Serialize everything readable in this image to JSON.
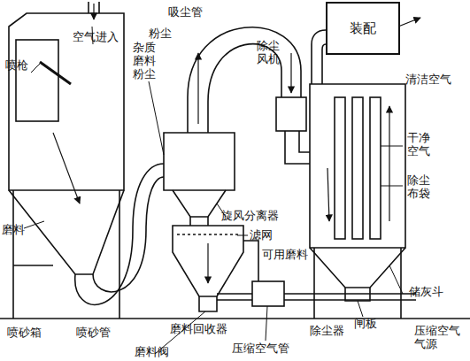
{
  "diagram": {
    "nodes": [
      {
        "text": [
          "装配"
        ]
      }
    ],
    "labels": [
      "吸尘管",
      "粉尘",
      "除尘风机",
      "喷枪",
      "空气进入",
      "杂质磨料粉尘",
      "清洁空气",
      "干净空气",
      "除尘布袋",
      "旋风分离器",
      "滤网",
      "可用磨料",
      "磨料",
      "闸板",
      "储灰斗",
      "喷砂箱",
      "喷砂管",
      "磨料回收器",
      "除尘器",
      "压缩空气管",
      "压缩空气气源",
      "磨料阀"
    ]
  }
}
